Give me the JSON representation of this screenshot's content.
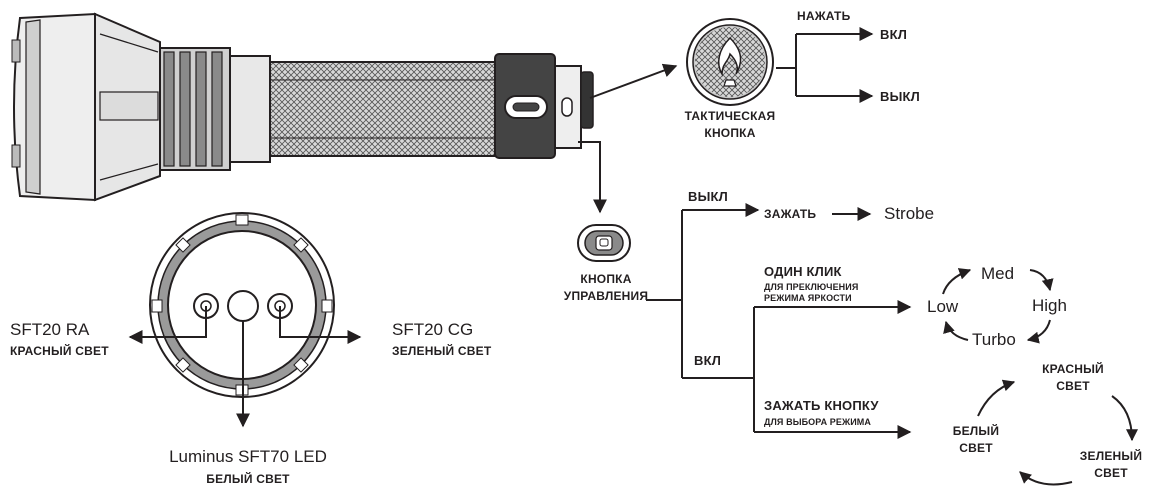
{
  "tactical": {
    "label_line1": "ТАКТИЧЕСКАЯ",
    "label_line2": "КНОПКА",
    "press": "НАЖАТЬ",
    "on": "ВКЛ",
    "off": "ВЫКЛ"
  },
  "control": {
    "label_line1": "КНОПКА",
    "label_line2": "УПРАВЛЕНИЯ",
    "off_branch": "ВЫКЛ",
    "hold": "ЗАЖАТЬ",
    "strobe": "Strobe",
    "on_branch": "ВКЛ",
    "single_click": "ОДИН КЛИК",
    "single_click_note_line1": "ДЛЯ ПРЕКЛЮЧЕНИЯ",
    "single_click_note_line2": "РЕЖИМА ЯРКОСТИ",
    "hold_button": "ЗАЖАТЬ КНОПКУ",
    "hold_button_note": "ДЛЯ ВЫБОРА РЕЖИМА"
  },
  "brightness_cycle": [
    "Med",
    "High",
    "Turbo",
    "Low"
  ],
  "color_cycle": {
    "red_line1": "КРАСНЫЙ",
    "red_line2": "СВЕТ",
    "green_line1": "ЗЕЛЕНЫЙ",
    "green_line2": "СВЕТ",
    "white_line1": "БЕЛЫЙ",
    "white_line2": "СВЕТ"
  },
  "leds": {
    "left_name": "SFT20 RA",
    "left_desc": "КРАСНЫЙ СВЕТ",
    "right_name": "SFT20 CG",
    "right_desc": "ЗЕЛЕНЫЙ СВЕТ",
    "center_name": "Luminus SFT70 LED",
    "center_desc": "БЕЛЫЙ СВЕТ"
  },
  "colors": {
    "ink": "#231f20",
    "paper": "#ffffff"
  },
  "icons": [
    "flashlight-illustration",
    "tactical-button-icon",
    "control-button-icon",
    "led-head-illustration"
  ]
}
